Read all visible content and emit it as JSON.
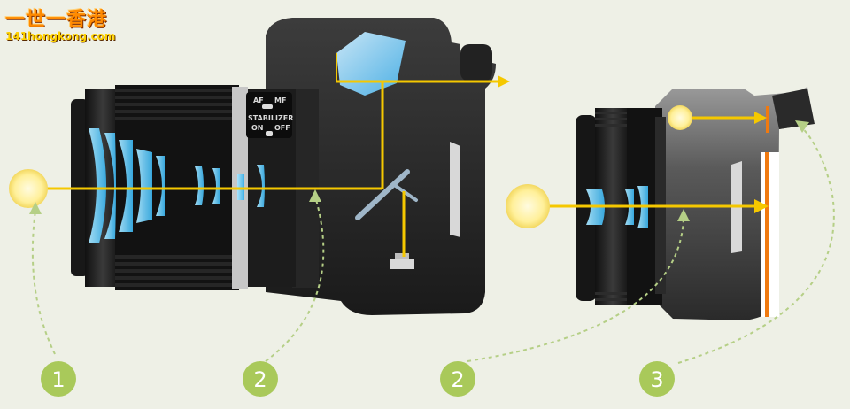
{
  "watermark": {
    "title": "一世一香港",
    "site": "141hongkong.com"
  },
  "switches": {
    "af": "AF",
    "mf": "MF",
    "stabilizer": "STABILIZER",
    "on": "ON",
    "off": "OFF"
  },
  "steps": [
    {
      "label": "1"
    },
    {
      "label": "2"
    },
    {
      "label": "2"
    },
    {
      "label": "3"
    }
  ],
  "colors": {
    "background": "#eef0e6",
    "light_ray": "#f5c800",
    "sun": "#fff4a0",
    "badge": "#a9c95a",
    "lens_glass": "#5ec8f2",
    "sensor": "#f07a10",
    "dashed_arrow": "#b5cf86"
  }
}
